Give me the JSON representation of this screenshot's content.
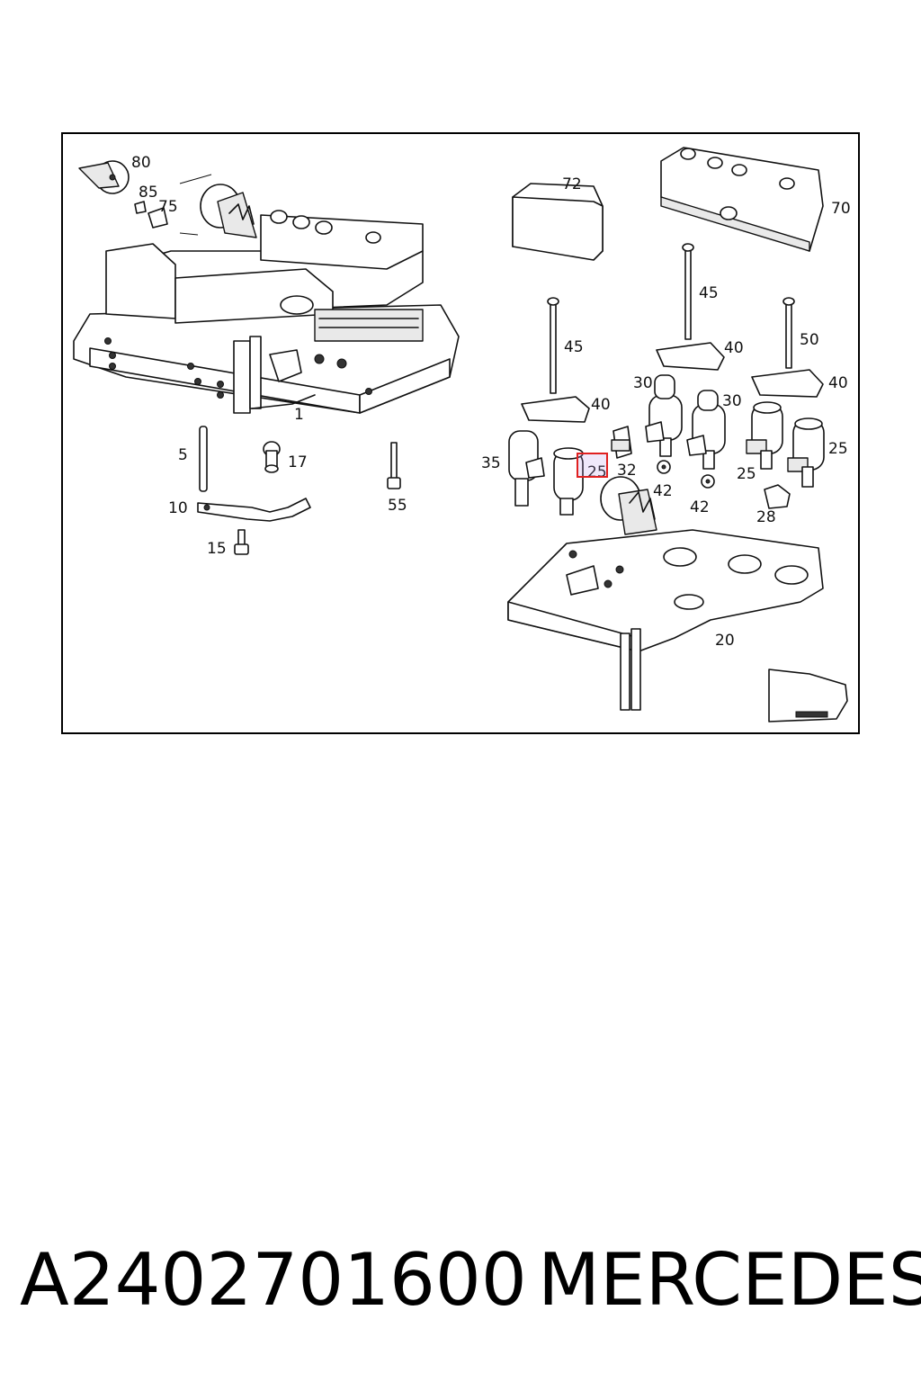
{
  "diagram": {
    "callouts": [
      {
        "id": "80",
        "text": "80"
      },
      {
        "id": "85",
        "text": "85"
      },
      {
        "id": "75",
        "text": "75"
      },
      {
        "id": "1",
        "text": "1"
      },
      {
        "id": "5",
        "text": "5"
      },
      {
        "id": "17",
        "text": "17"
      },
      {
        "id": "55",
        "text": "55"
      },
      {
        "id": "10",
        "text": "10"
      },
      {
        "id": "15",
        "text": "15"
      },
      {
        "id": "72",
        "text": "72"
      },
      {
        "id": "70",
        "text": "70"
      },
      {
        "id": "45a",
        "text": "45"
      },
      {
        "id": "45b",
        "text": "45"
      },
      {
        "id": "40a",
        "text": "40"
      },
      {
        "id": "40b",
        "text": "40"
      },
      {
        "id": "40c",
        "text": "40"
      },
      {
        "id": "50",
        "text": "50"
      },
      {
        "id": "30a",
        "text": "30"
      },
      {
        "id": "30b",
        "text": "30"
      },
      {
        "id": "35",
        "text": "35"
      },
      {
        "id": "25a",
        "text": "25"
      },
      {
        "id": "32",
        "text": "32"
      },
      {
        "id": "42a",
        "text": "42"
      },
      {
        "id": "42b",
        "text": "42"
      },
      {
        "id": "25b",
        "text": "25"
      },
      {
        "id": "25c",
        "text": "25"
      },
      {
        "id": "28",
        "text": "28"
      },
      {
        "id": "20",
        "text": "20"
      }
    ],
    "highlighted_callout": "25"
  },
  "footer": {
    "part_number": "A2402701600",
    "brand": "MERCEDES"
  }
}
